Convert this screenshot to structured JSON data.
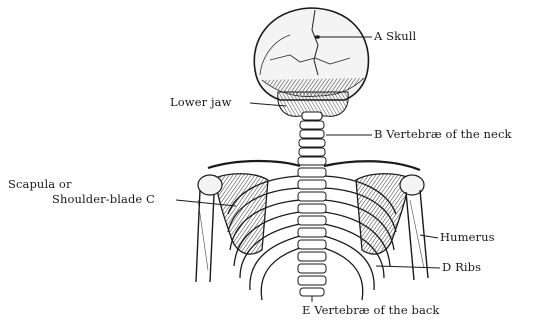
{
  "labels": {
    "skull": "A Skull",
    "lower_jaw": "Lower jaw",
    "neck_vertebrae": "B Vertebræ of the neck",
    "scapula_line1": "Scapula or",
    "scapula_line2": "Shoulder-blade C",
    "humerus": "Humerus",
    "ribs": "D Ribs",
    "back_vertebrae": "E Vertebræ of the back"
  },
  "colors": {
    "ink": "#1a1a1a",
    "paper": "#ffffff"
  }
}
